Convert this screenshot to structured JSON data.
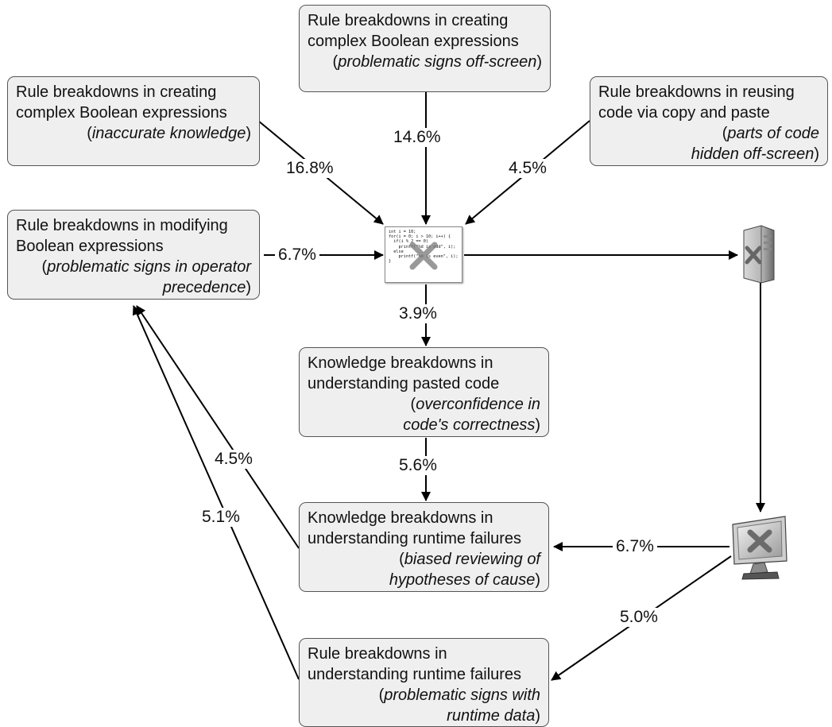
{
  "boxes": {
    "top_center": {
      "lines": [
        "Rule breakdowns in creating",
        "complex Boolean expressions"
      ],
      "note": "problematic signs off-screen"
    },
    "top_left": {
      "lines": [
        "Rule breakdowns in creating",
        "complex Boolean expressions"
      ],
      "note": "inaccurate knowledge"
    },
    "top_right": {
      "lines": [
        "Rule breakdowns in reusing",
        "code via copy and paste"
      ],
      "note_line1": "parts of code",
      "note_line2": "hidden off-screen"
    },
    "mid_left": {
      "lines": [
        "Rule breakdowns in modifying",
        "Boolean expressions"
      ],
      "note_line1": "problematic signs in operator",
      "note_line2": "precedence"
    },
    "center": {
      "lines": [
        "Knowledge breakdowns in",
        "understanding pasted code"
      ],
      "note_line1": "overconfidence in",
      "note_line2": "code's correctness"
    },
    "runtime_knowledge": {
      "lines": [
        "Knowledge breakdowns in",
        "understanding runtime failures"
      ],
      "note_line1": "biased reviewing of",
      "note_line2": "hypotheses of cause"
    },
    "runtime_rule": {
      "lines": [
        "Rule breakdowns in",
        "understanding runtime failures"
      ],
      "note_line1": "problematic signs with",
      "note_line2": "runtime data"
    }
  },
  "percentages": {
    "from_top_left": "16.8%",
    "from_top_center": "14.6%",
    "from_top_right": "4.5%",
    "from_mid_left": "6.7%",
    "code_to_center": "3.9%",
    "center_to_runtime": "5.6%",
    "monitor_to_runtime_knowledge": "6.7%",
    "monitor_to_runtime_rule": "5.0%",
    "runtime_knowledge_to_mid_left": "4.5%",
    "runtime_rule_to_mid_left": "5.1%"
  },
  "code_snippet": [
    "int i = 10;",
    "for(i = 0; i > 10; i++) {",
    "",
    "  if(i % 2 == 0)",
    "    printf(\"%d is odd\", i);",
    "  else",
    "    printf(\"%d is even\", i);",
    "}"
  ],
  "icons": [
    "code-document-icon",
    "server-tower-icon",
    "monitor-error-icon"
  ]
}
